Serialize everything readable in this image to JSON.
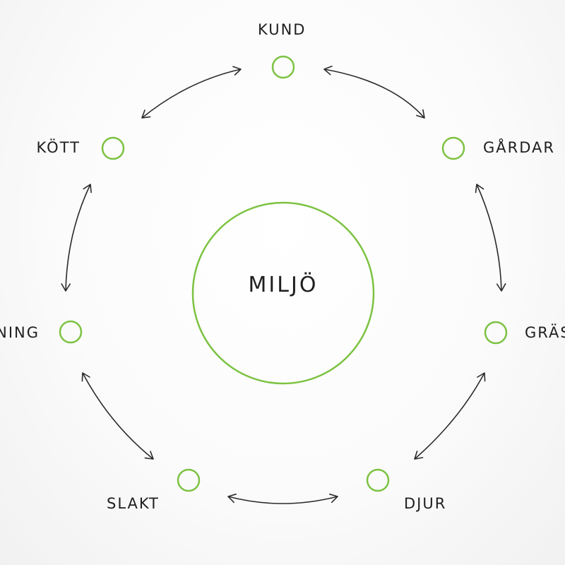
{
  "diagram": {
    "center": {
      "label": "MILJÖ"
    },
    "nodes": [
      {
        "id": "kund",
        "label": "KUND"
      },
      {
        "id": "gardar",
        "label": "GÅRDAR"
      },
      {
        "id": "gras",
        "label": "GRÄS"
      },
      {
        "id": "djur",
        "label": "DJUR"
      },
      {
        "id": "slakt",
        "label": "SLAKT"
      },
      {
        "id": "styckning",
        "label": "STYCKNING"
      },
      {
        "id": "kott",
        "label": "KÖTT"
      }
    ],
    "connections": [
      {
        "from": "kund",
        "to": "gardar",
        "bidirectional": true
      },
      {
        "from": "gardar",
        "to": "gras",
        "bidirectional": true
      },
      {
        "from": "gras",
        "to": "djur",
        "bidirectional": true
      },
      {
        "from": "djur",
        "to": "slakt",
        "bidirectional": true
      },
      {
        "from": "slakt",
        "to": "styckning",
        "bidirectional": true
      },
      {
        "from": "styckning",
        "to": "kott",
        "bidirectional": true
      },
      {
        "from": "kott",
        "to": "kund",
        "bidirectional": true
      }
    ],
    "colors": {
      "node_ring": "#7cc242",
      "arrow": "#2b2b2b",
      "text": "#1f1f1f"
    }
  }
}
